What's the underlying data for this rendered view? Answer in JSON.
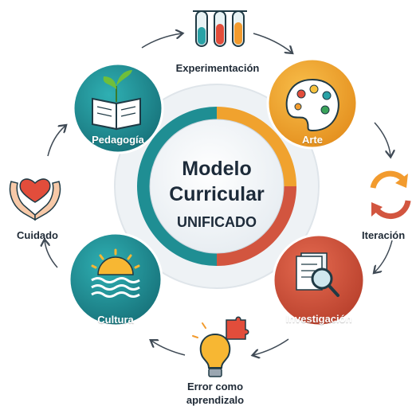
{
  "center": {
    "line1": "Modelo",
    "line2": "Curricular",
    "line3": "UNIFICADO"
  },
  "nodes": {
    "pedagogia": "Pedagogía",
    "arte": "Arte",
    "investigacion": "Investigación",
    "cultura": "Cultura"
  },
  "outer_labels": {
    "experimentacion": "Experimentación",
    "iteracion": "Iteración",
    "error_line1": "Error como",
    "error_line2": "aprendizalo",
    "cuidado": "Cuidado"
  },
  "colors": {
    "teal": "#1f8e93",
    "orange": "#f0a22e",
    "red": "#d2553f",
    "arrow": "#3f4a55"
  },
  "icons": [
    "test-tubes-icon",
    "palette-icon",
    "cycle-arrows-icon",
    "document-magnifier-icon",
    "lightbulb-puzzle-icon",
    "sun-waves-icon",
    "hands-heart-icon",
    "book-plant-icon"
  ]
}
